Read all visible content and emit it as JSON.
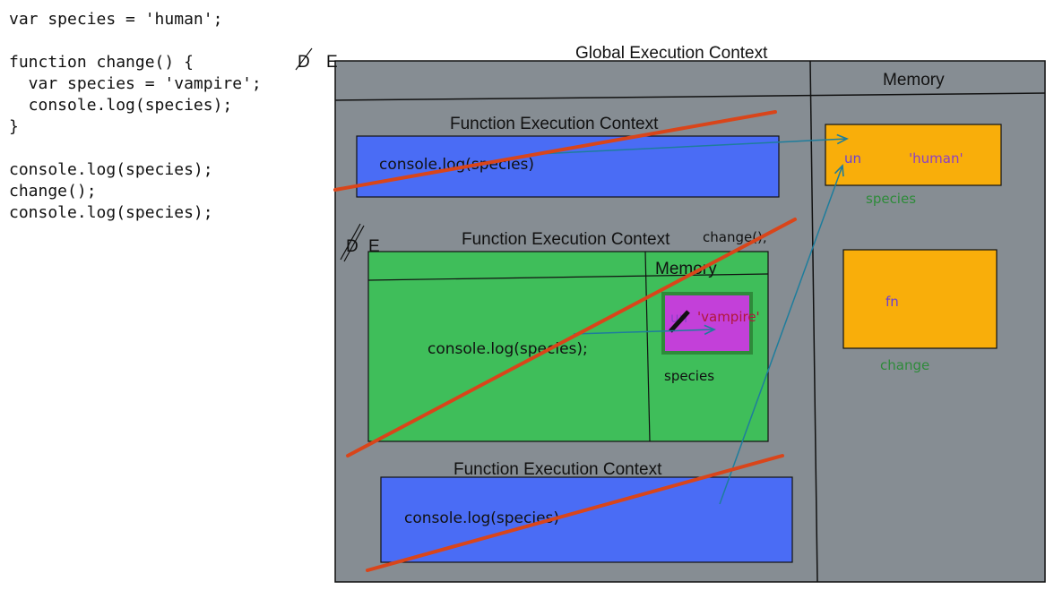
{
  "code_lines": [
    "var species = 'human';",
    "",
    "function change() {",
    "  var species = 'vampire';",
    "  console.log(species);",
    "}",
    "",
    "console.log(species);",
    "change();",
    "console.log(species);"
  ],
  "global": {
    "title": "Global Execution Context",
    "memory_header": "Memory",
    "de_d": "D",
    "de_e": "E",
    "species_var": {
      "value_prefix": "un",
      "value": "'human'",
      "name": "species"
    },
    "change_var": {
      "value": "fn",
      "name": "change"
    }
  },
  "fec_top": {
    "title": "Function Execution Context",
    "code": "console.log(species)"
  },
  "fec_middle": {
    "title": "Function Execution Context",
    "call_label": "change();",
    "de_d": "D",
    "de_e": "E",
    "code": "console.log(species);",
    "memory_header": "Memory",
    "var": {
      "value_prefix": "un",
      "value": "'vampire'",
      "name": "species"
    }
  },
  "fec_bottom": {
    "title": "Function Execution Context",
    "code": "console.log(species)"
  },
  "colors": {
    "panel": "#868d93",
    "blue": "#4a6cf5",
    "green": "#3fbe5a",
    "orange": "#f9ae0a",
    "purple": "#c340d9",
    "strike": "#d9451a",
    "arrow": "#1e7d9c"
  }
}
